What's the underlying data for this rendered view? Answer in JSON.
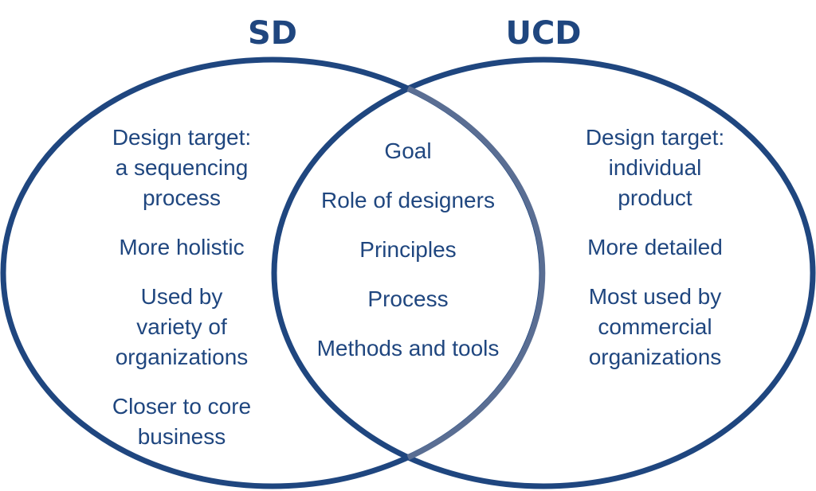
{
  "colors": {
    "outline": "#1f467f",
    "overlap_edge": "#5a6e93",
    "text": "#1f467f"
  },
  "left_set": {
    "title": "SD",
    "items": [
      "Design target:",
      "a sequencing",
      "process",
      "More holistic",
      "Used by",
      "variety of",
      "organizations",
      "Closer to core",
      "business"
    ]
  },
  "right_set": {
    "title": "UCD",
    "items": [
      "Design target:",
      "individual",
      "product",
      "More detailed",
      "Most used by",
      "commercial",
      "organizations"
    ]
  },
  "overlap": {
    "items": [
      "Goal",
      "Role of designers",
      "Principles",
      "Process",
      "Methods and tools"
    ]
  }
}
